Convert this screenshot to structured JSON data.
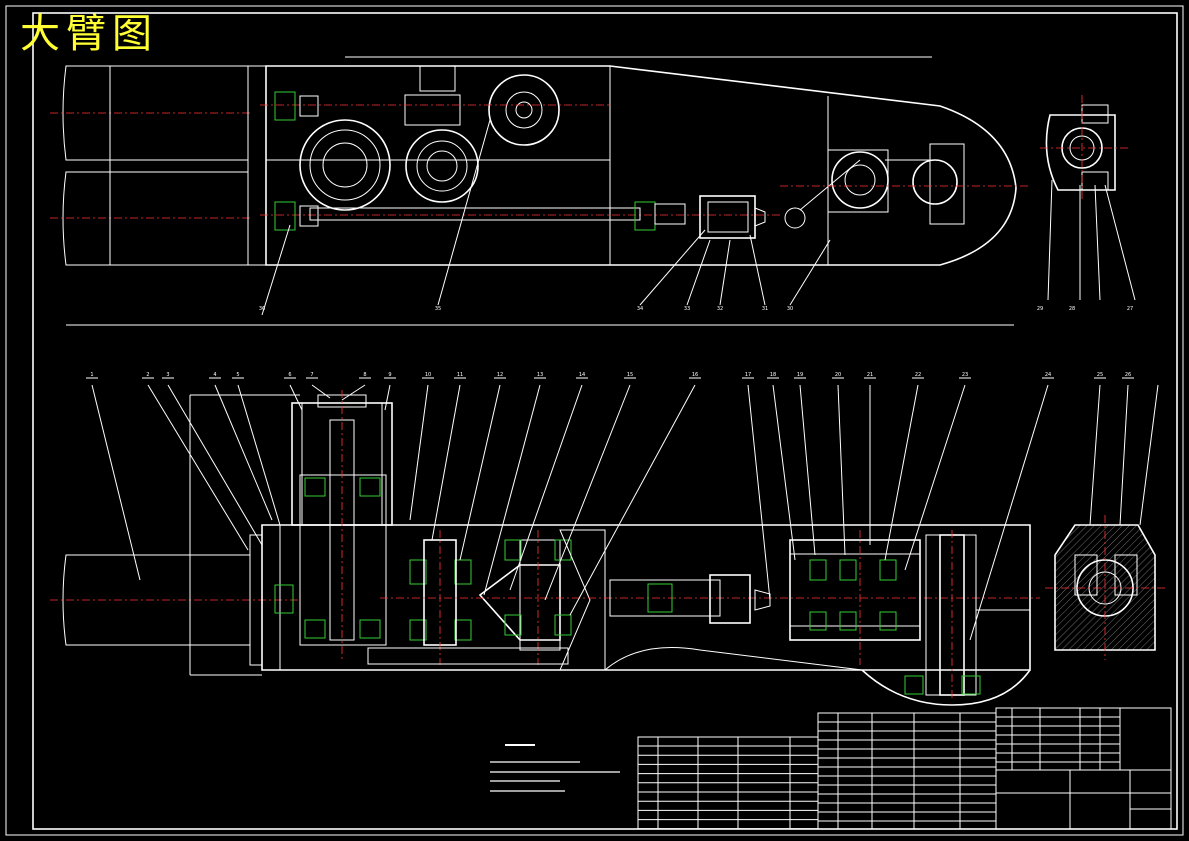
{
  "drawing_title": "大臂图",
  "colors": {
    "background": "#000000",
    "line": "#ffffff",
    "title": "#ffff33",
    "centerline": "#ff3333",
    "bearing": "#33cc33",
    "accent": "#ff33ff"
  },
  "balloon_numbers_lower": [
    "1",
    "2",
    "3",
    "4",
    "5",
    "6",
    "7",
    "8",
    "9",
    "10",
    "11",
    "12",
    "13",
    "14",
    "15",
    "16",
    "17",
    "18",
    "19",
    "20",
    "21",
    "22",
    "23",
    "24",
    "25",
    "26"
  ],
  "balloon_numbers_upper": [
    "36",
    "35",
    "34",
    "33",
    "32",
    "31",
    "30",
    "29",
    "28",
    "27"
  ]
}
